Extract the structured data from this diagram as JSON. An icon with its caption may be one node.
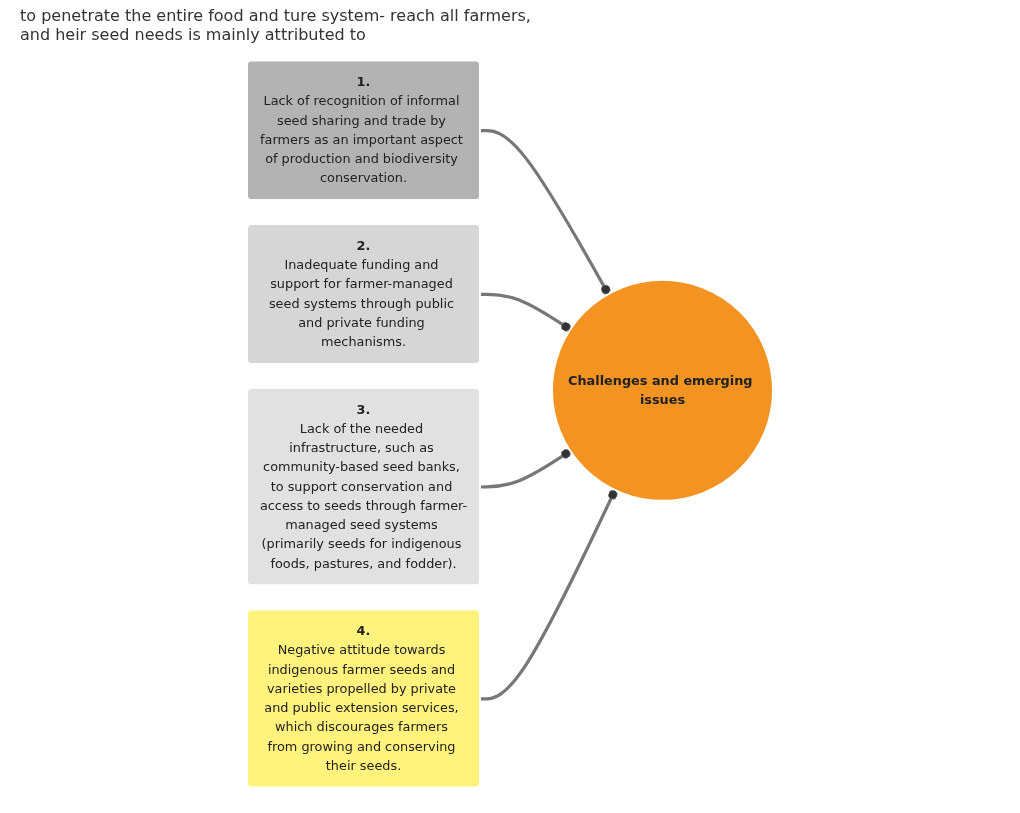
{
  "diagram": {
    "nodes": [
      {
        "text": [
          "Challenges and emerging issues"
        ]
      },
      {
        "text": [
          "1.",
          "Lack of recognition of informal seed sharing and trade by farmers as an important aspect of production and biodiversity conservation."
        ]
      },
      {
        "text": [
          "2.",
          "Inadequate funding and support for farmer-managed seed systems through public and private funding mechanisms."
        ]
      },
      {
        "text": [
          "3.",
          "Lack of the needed infrastructure, such as community-based seed banks, to support conservation and access to seeds through farmer-managed seed systems (primarily seeds for indigenous foods, pastures, and fodder)."
        ]
      },
      {
        "text": [
          "4.",
          "Negative attitude towards indigenous farmer seeds and varieties propelled by private and public extension services, which discourages farmers from growing and conserving their seeds."
        ]
      }
    ],
    "edges": [
      {
        "from": 1,
        "to": 0,
        "arrow": "other"
      },
      {
        "from": 2,
        "to": 0,
        "arrow": "other"
      },
      {
        "from": 3,
        "to": 0,
        "arrow": "other"
      },
      {
        "from": 4,
        "to": 0,
        "arrow": "other"
      }
    ],
    "labels": [
      "to penetrate the entire food and ture system- reach all farmers, and heir seed needs is mainly attributed to"
    ]
  }
}
